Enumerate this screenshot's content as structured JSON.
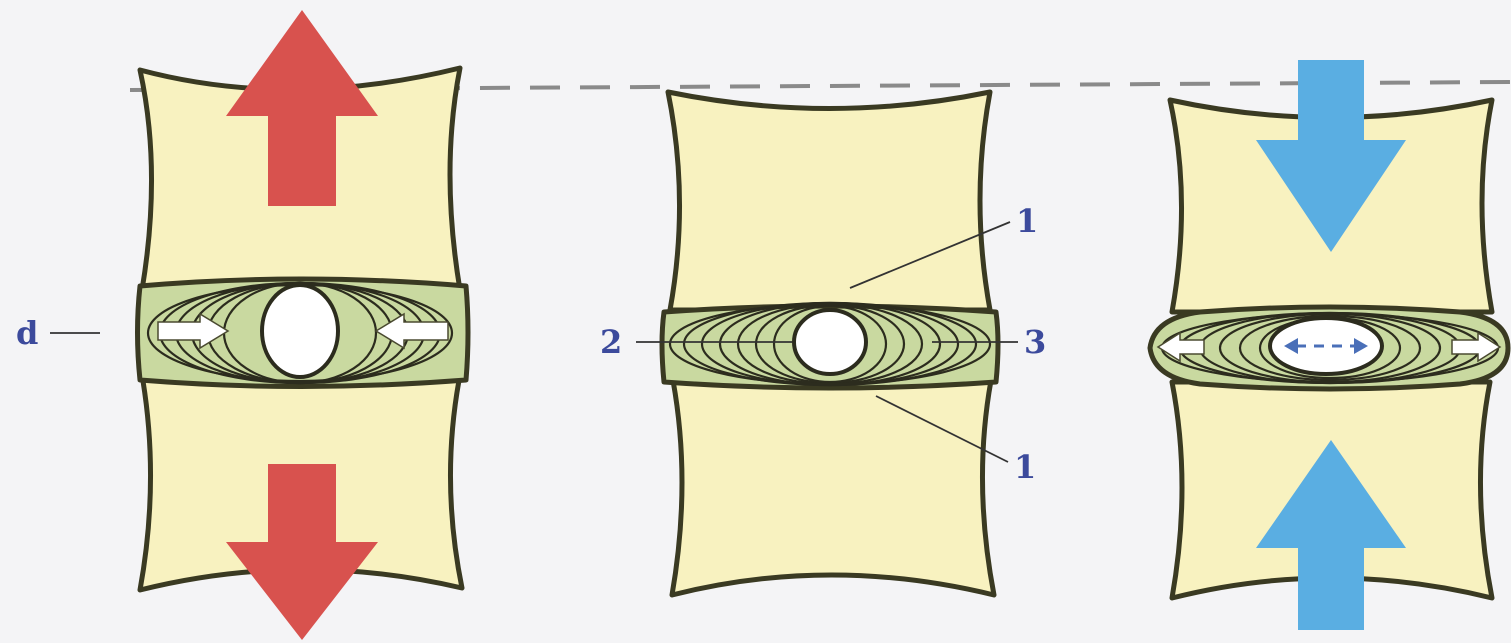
{
  "colors": {
    "background": "#f4f4f6",
    "bone": "#f8f2c0",
    "disc": "#c9d9a0",
    "stretch_arrow": "#d8524e",
    "compress_arrow": "#5aaee2",
    "label": "#3c4a9c"
  },
  "labels": {
    "d": "d",
    "one_top": "1",
    "two": "2",
    "three": "3",
    "one_bottom": "1"
  }
}
